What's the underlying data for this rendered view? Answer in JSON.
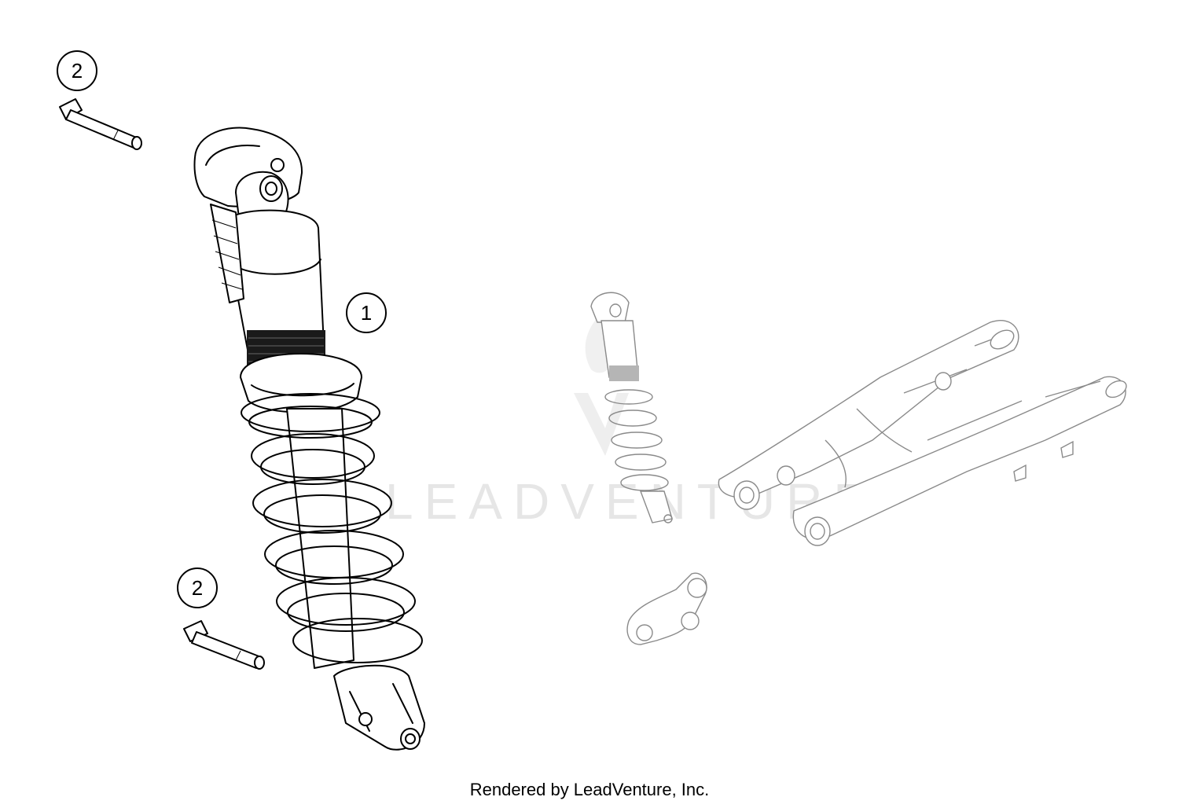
{
  "diagram": {
    "callouts": [
      {
        "label": "2"
      },
      {
        "label": "1"
      },
      {
        "label": "2"
      }
    ],
    "watermark": "LEADVENTURE",
    "footer": "Rendered by LeadVenture, Inc."
  }
}
